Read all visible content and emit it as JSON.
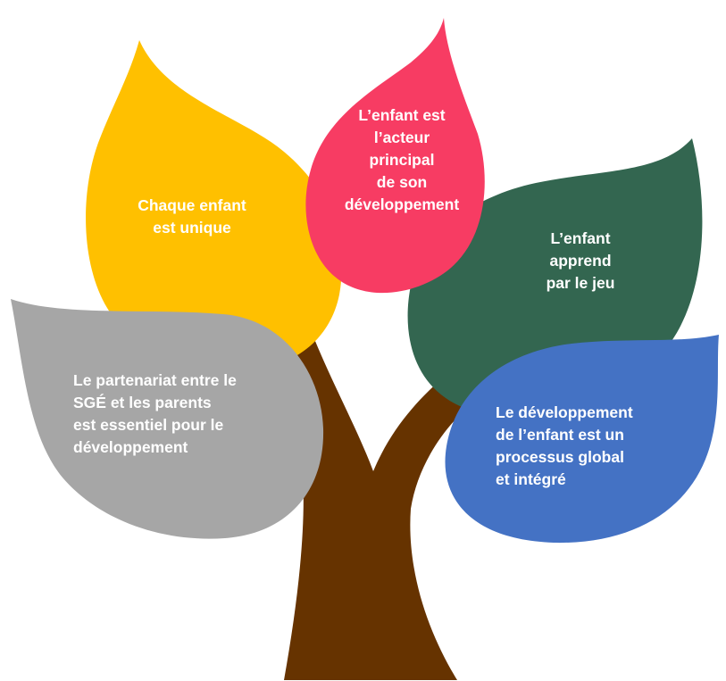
{
  "colors": {
    "trunk": "#663300",
    "leaf_yellow": "#FFC000",
    "leaf_pink": "#F73C63",
    "leaf_green": "#336650",
    "leaf_gray": "#A6A6A6",
    "leaf_blue": "#4472C4",
    "text": "#FFFFFF"
  },
  "leaves": {
    "yellow": {
      "lines": [
        "Chaque enfant",
        "est unique"
      ]
    },
    "pink": {
      "lines": [
        "L’enfant est",
        "l’acteur",
        "principal",
        "de son",
        "développement"
      ]
    },
    "green": {
      "lines": [
        "L’enfant",
        "apprend",
        "par le jeu"
      ]
    },
    "gray": {
      "lines": [
        "Le partenariat entre le",
        "SGÉ et les parents",
        "est essentiel pour le",
        "développement"
      ]
    },
    "blue": {
      "lines": [
        "Le développement",
        "de l’enfant est un",
        "processus global",
        "et intégré"
      ]
    }
  }
}
